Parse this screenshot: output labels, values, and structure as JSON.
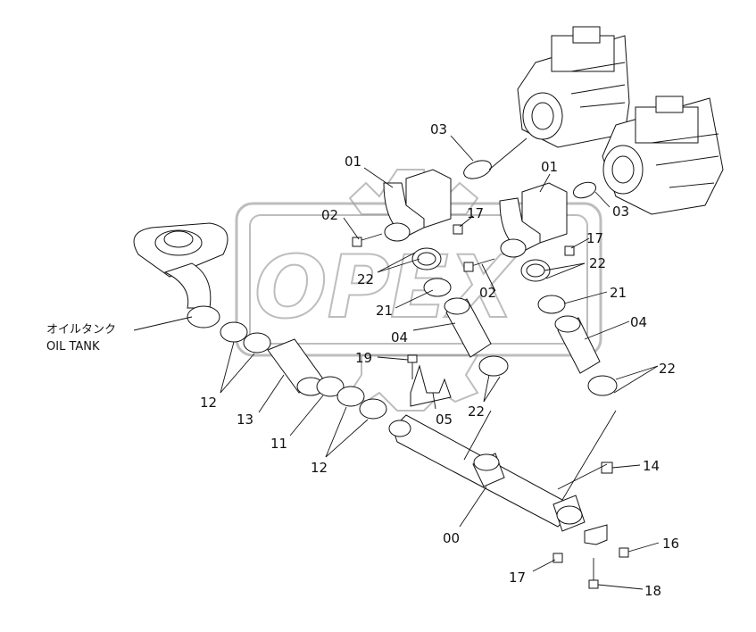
{
  "watermark": "OPEX",
  "tank_label_jp": "オイルタンク",
  "tank_label_en": "OIL TANK",
  "callouts": [
    {
      "id": "c-03-top",
      "text": "03"
    },
    {
      "id": "c-01-left",
      "text": "01"
    },
    {
      "id": "c-01-right",
      "text": "01"
    },
    {
      "id": "c-03-right",
      "text": "03"
    },
    {
      "id": "c-02-left",
      "text": "02"
    },
    {
      "id": "c-17-top",
      "text": "17"
    },
    {
      "id": "c-17-right",
      "text": "17"
    },
    {
      "id": "c-22-left",
      "text": "22"
    },
    {
      "id": "c-22-right",
      "text": "22"
    },
    {
      "id": "c-02-center",
      "text": "02"
    },
    {
      "id": "c-21-left",
      "text": "21"
    },
    {
      "id": "c-21-right",
      "text": "21"
    },
    {
      "id": "c-04-center",
      "text": "04"
    },
    {
      "id": "c-04-right",
      "text": "04"
    },
    {
      "id": "c-19",
      "text": "19"
    },
    {
      "id": "c-22-far-right",
      "text": "22"
    },
    {
      "id": "c-12-left",
      "text": "12"
    },
    {
      "id": "c-13",
      "text": "13"
    },
    {
      "id": "c-05",
      "text": "05"
    },
    {
      "id": "c-22-center",
      "text": "22"
    },
    {
      "id": "c-11",
      "text": "11"
    },
    {
      "id": "c-12-center",
      "text": "12"
    },
    {
      "id": "c-14",
      "text": "14"
    },
    {
      "id": "c-00",
      "text": "00"
    },
    {
      "id": "c-16",
      "text": "16"
    },
    {
      "id": "c-17-bottom",
      "text": "17"
    },
    {
      "id": "c-18",
      "text": "18"
    }
  ]
}
